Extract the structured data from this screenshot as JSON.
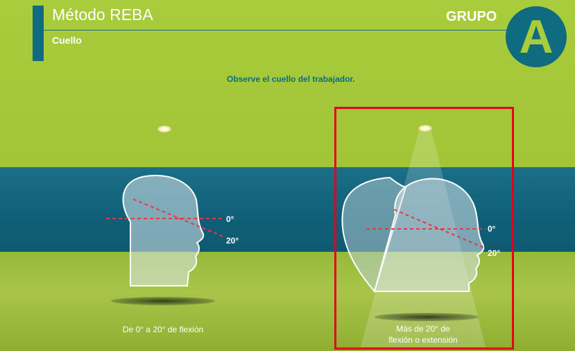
{
  "header": {
    "title": "Método REBA",
    "subtitle": "Cuello",
    "group_label": "GRUPO",
    "group_letter": "A"
  },
  "instruction": "Observe el cuello del trabajador.",
  "options": [
    {
      "angle_0": "0°",
      "angle_20": "20°",
      "caption": "De 0° a 20° de flexión",
      "selected": false
    },
    {
      "angle_0": "0°",
      "angle_20": "20°",
      "caption_line1": "Más de 20° de",
      "caption_line2": "flexión o extensión",
      "selected": true
    }
  ],
  "colors": {
    "accent_teal": "#0f6b80",
    "background_green": "#a9cc3c",
    "selection_red": "#e3001b",
    "angle_line_red": "#e8374b"
  }
}
